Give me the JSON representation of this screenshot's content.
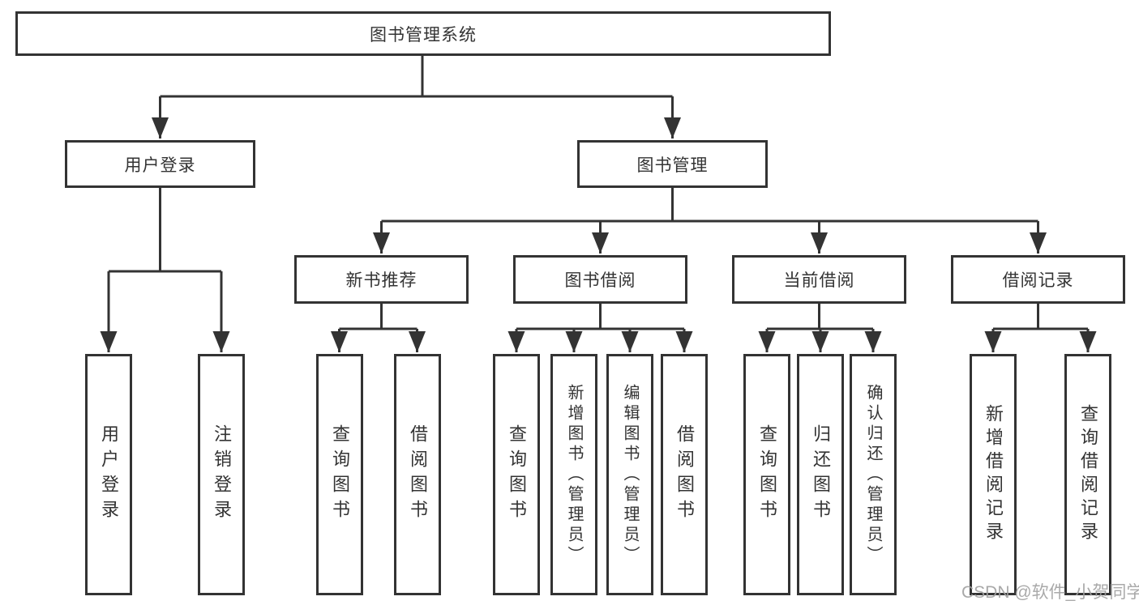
{
  "diagram": {
    "root": {
      "label": "图书管理系统"
    },
    "branches": [
      {
        "label": "用户登录"
      },
      {
        "label": "图书管理"
      }
    ],
    "sections": [
      {
        "label": "新书推荐"
      },
      {
        "label": "图书借阅"
      },
      {
        "label": "当前借阅"
      },
      {
        "label": "借阅记录"
      }
    ],
    "leaves": [
      {
        "label": "用户登录",
        "parent": "用户登录"
      },
      {
        "label": "注销登录",
        "parent": "用户登录"
      },
      {
        "label": "查询图书",
        "parent": "新书推荐"
      },
      {
        "label": "借阅图书",
        "parent": "新书推荐"
      },
      {
        "label": "查询图书",
        "parent": "图书借阅"
      },
      {
        "label": "新增图书（管理员）",
        "parent": "图书借阅"
      },
      {
        "label": "编辑图书（管理员）",
        "parent": "图书借阅"
      },
      {
        "label": "借阅图书",
        "parent": "图书借阅"
      },
      {
        "label": "查询图书",
        "parent": "当前借阅"
      },
      {
        "label": "归还图书",
        "parent": "当前借阅"
      },
      {
        "label": "确认归还（管理员）",
        "parent": "当前借阅"
      },
      {
        "label": "新增借阅记录",
        "parent": "借阅记录"
      },
      {
        "label": "查询借阅记录",
        "parent": "借阅记录"
      }
    ]
  },
  "watermark": {
    "text": "CSDN @软件_小贺同学"
  },
  "colors": {
    "line": "#333333",
    "text": "#333333",
    "box_background": "#ffffff",
    "background": "#ffffff",
    "watermark": "#a0a0a0"
  }
}
